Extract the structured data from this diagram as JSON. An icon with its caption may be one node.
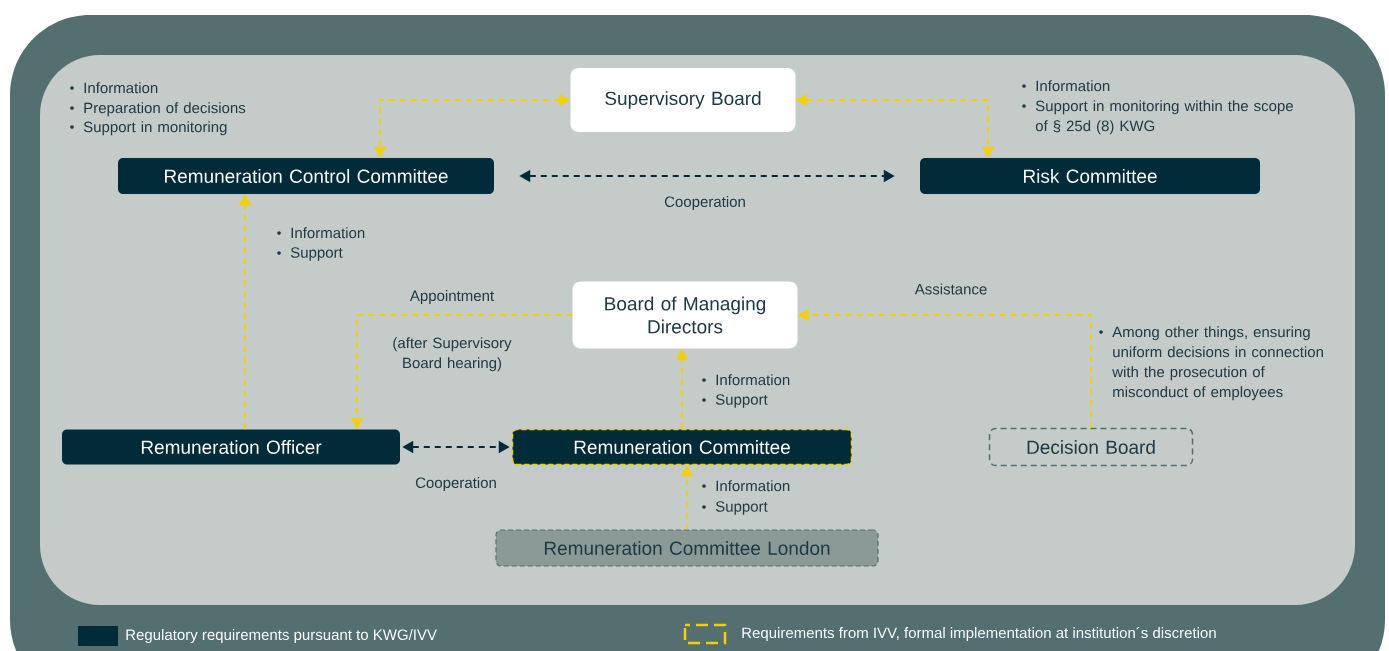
{
  "diagram": {
    "nodes": [
      {
        "text": [
          "Supervisory Board"
        ]
      },
      {
        "text": [
          "Remuneration Control Committee"
        ]
      },
      {
        "text": [
          "Risk Committee"
        ]
      },
      {
        "text": [
          "Board of Managing Directors"
        ]
      },
      {
        "text": [
          "Remuneration Officer"
        ]
      },
      {
        "text": [
          "Remuneration Committee"
        ]
      },
      {
        "text": [
          "Decision Board"
        ]
      },
      {
        "text": [
          "Remuneration Committee London"
        ]
      }
    ],
    "edges": [
      {
        "from": 0,
        "to": 1,
        "arrow": "both"
      },
      {
        "from": 0,
        "to": 2,
        "arrow": "both"
      },
      {
        "from": 1,
        "to": 2,
        "arrow": "both",
        "label": "Cooperation",
        "color": "#022b3a"
      },
      {
        "from": 4,
        "to": 1,
        "arrow": "to"
      },
      {
        "from": 3,
        "to": 4,
        "arrow": "to",
        "label": "Appointment"
      },
      {
        "from": 5,
        "to": 3,
        "arrow": "to"
      },
      {
        "from": 6,
        "to": 3,
        "arrow": "to",
        "label": "Assistance"
      },
      {
        "from": 4,
        "to": 5,
        "arrow": "both",
        "label": "Cooperation",
        "color": "#022b3a"
      },
      {
        "from": 7,
        "to": 5,
        "arrow": "to"
      }
    ],
    "labels": [
      "Information",
      "Preparation of decisions",
      "Support in monitoring",
      "Information",
      "Support in monitoring within the scope of § 25d (8) KWG",
      "Information",
      "Support",
      "(after Supervisory Board hearing)",
      "Among other things, ensuring uniform decisions in connection with the prosecution of misconduct of employees",
      "Information",
      "Support",
      "Information",
      "Support"
    ],
    "legend": [
      {
        "text": "Regulatory requirements pursuant to KWG/IVV",
        "color": "#022b3a"
      },
      {
        "text": "Requirements from IVV, formal implementation at institution´s discretion"
      }
    ]
  }
}
